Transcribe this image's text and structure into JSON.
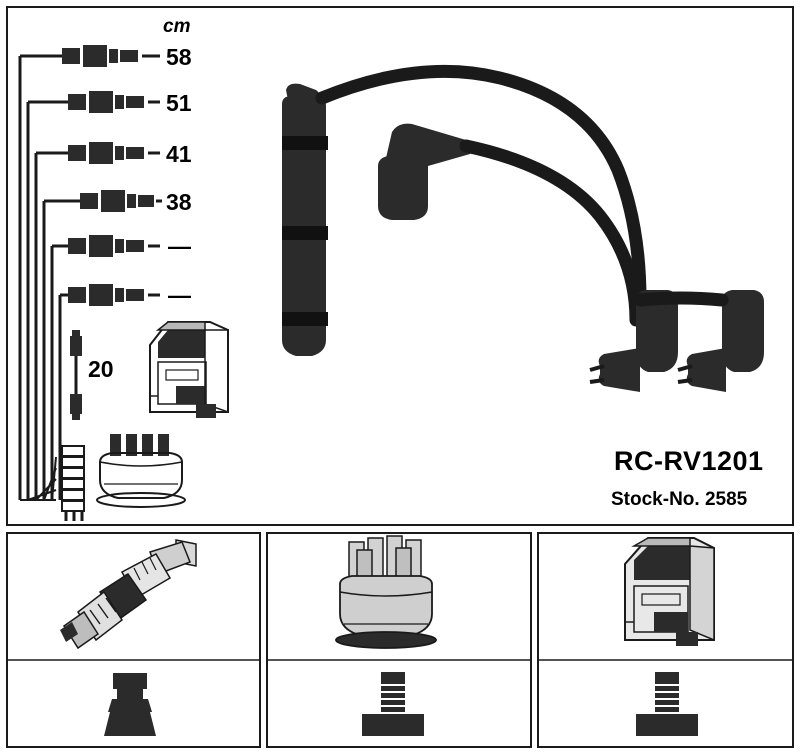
{
  "product": {
    "part_number": "RC-RV1201",
    "stock_label": "Stock-No. 2585"
  },
  "legend": {
    "unit_label": "cm",
    "lead_lengths": [
      "58",
      "51",
      "41",
      "38",
      "—",
      "—"
    ],
    "coil_lead_length": "20"
  },
  "panels": [
    {
      "id": "panel-spark-plug",
      "top_icon": "spark-plug-icon",
      "bottom_icon": "rubber-boot-icon"
    },
    {
      "id": "panel-distributor-cap",
      "top_icon": "distributor-cap-icon",
      "bottom_icon": "straight-terminal-icon"
    },
    {
      "id": "panel-ignition-coil",
      "top_icon": "ignition-coil-icon",
      "bottom_icon": "straight-terminal-icon"
    }
  ],
  "diagram": {
    "main_illustration": "ignition-cable-set-illustration",
    "colors": {
      "line": "#1a1a1a",
      "fill": "#2b2b2b",
      "background": "#ffffff"
    }
  }
}
